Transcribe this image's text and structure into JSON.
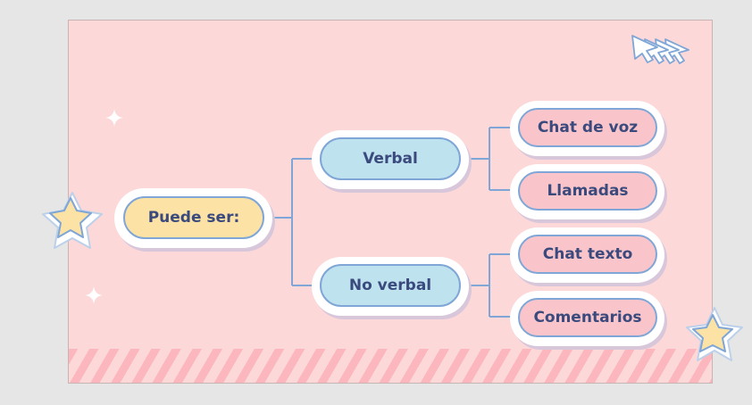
{
  "diagram": {
    "root": {
      "label": "Puede ser:"
    },
    "branches": [
      {
        "label": "Verbal",
        "children": [
          "Chat de voz",
          "Llamadas"
        ]
      },
      {
        "label": "No verbal",
        "children": [
          "Chat texto",
          "Comentarios"
        ]
      }
    ]
  },
  "colors": {
    "background": "#fdd8d8",
    "root_fill": "#fde2a6",
    "branch_fill": "#bfe2ef",
    "leaf_fill": "#f9c5cb",
    "outline": "#7fa6d6",
    "text": "#3b4a7d",
    "connector": "#7fa6d6"
  },
  "decorations": [
    "star-icon",
    "star-icon",
    "sparkle-icon",
    "sparkle-icon",
    "cursor-arrows-icon"
  ]
}
